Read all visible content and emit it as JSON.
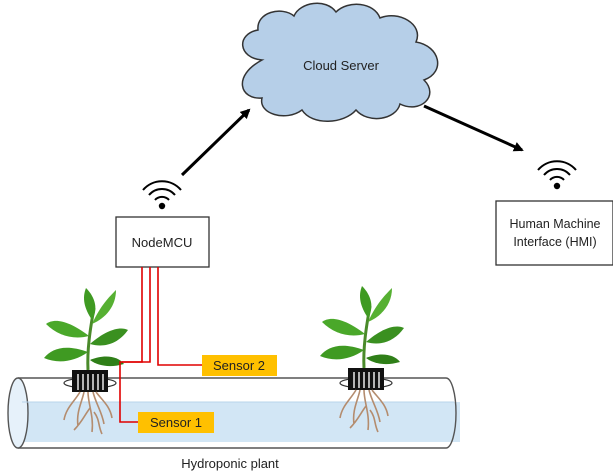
{
  "cloud": {
    "label": "Cloud Server",
    "fill": "#b6cfe8",
    "stroke": "#333333"
  },
  "nodemcu": {
    "label": "NodeMCU"
  },
  "hmi": {
    "line1": "Human Machine",
    "line2": "Interface (HMI)"
  },
  "sensors": [
    {
      "label": "Sensor 1",
      "color": "#ffc000"
    },
    {
      "label": "Sensor 2",
      "color": "#ffc000"
    }
  ],
  "wiring": {
    "color": "#e00000"
  },
  "pipe": {
    "water_color": "#d2e6f5",
    "caption": "Hydroponic plant"
  },
  "plants": {
    "leaf_color": "#3f9a22",
    "root_color": "#b48c6e"
  },
  "icons": [
    "wifi-icon",
    "wifi-icon",
    "arrow-up-right",
    "arrow-down-right"
  ]
}
